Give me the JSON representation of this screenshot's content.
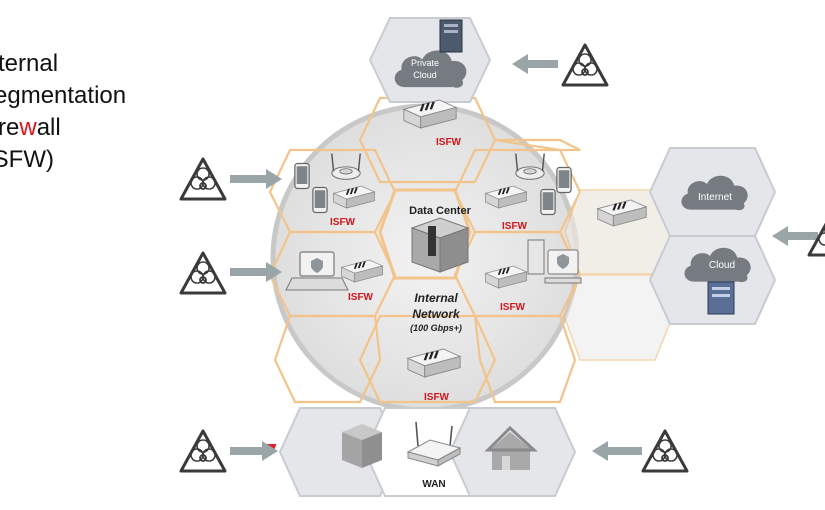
{
  "title": {
    "line1": "Internal",
    "line2": "Segmentation",
    "line3_pre": "Fire",
    "line3_accent": "w",
    "line3_post": "all",
    "line4": "(ISFW)"
  },
  "labels": {
    "private_cloud_1": "Private",
    "private_cloud_2": "Cloud",
    "isfw": "ISFW",
    "data_center": "Data Center",
    "internal_network_1": "Internal",
    "internal_network_2": "Network",
    "internal_network_3": "(100 Gbps+)",
    "internet": "Internet",
    "cloud": "Cloud",
    "wan": "WAN"
  },
  "icons": [
    "biohazard-warning-icon",
    "cloud-icon",
    "firewall-appliance-icon",
    "wifi-access-point-icon",
    "mobile-phone-icon",
    "laptop-icon",
    "desktop-computer-icon",
    "server-rack-icon",
    "office-building-icon",
    "house-icon",
    "router-icon"
  ],
  "colors": {
    "accent_red": "#d0161b",
    "hex_border_orange": "#f2c48c",
    "circle_gray": "#c9c9c9",
    "outer_hex_fill": "#e4e6ea",
    "arrow_gray": "#9aa5a8"
  }
}
